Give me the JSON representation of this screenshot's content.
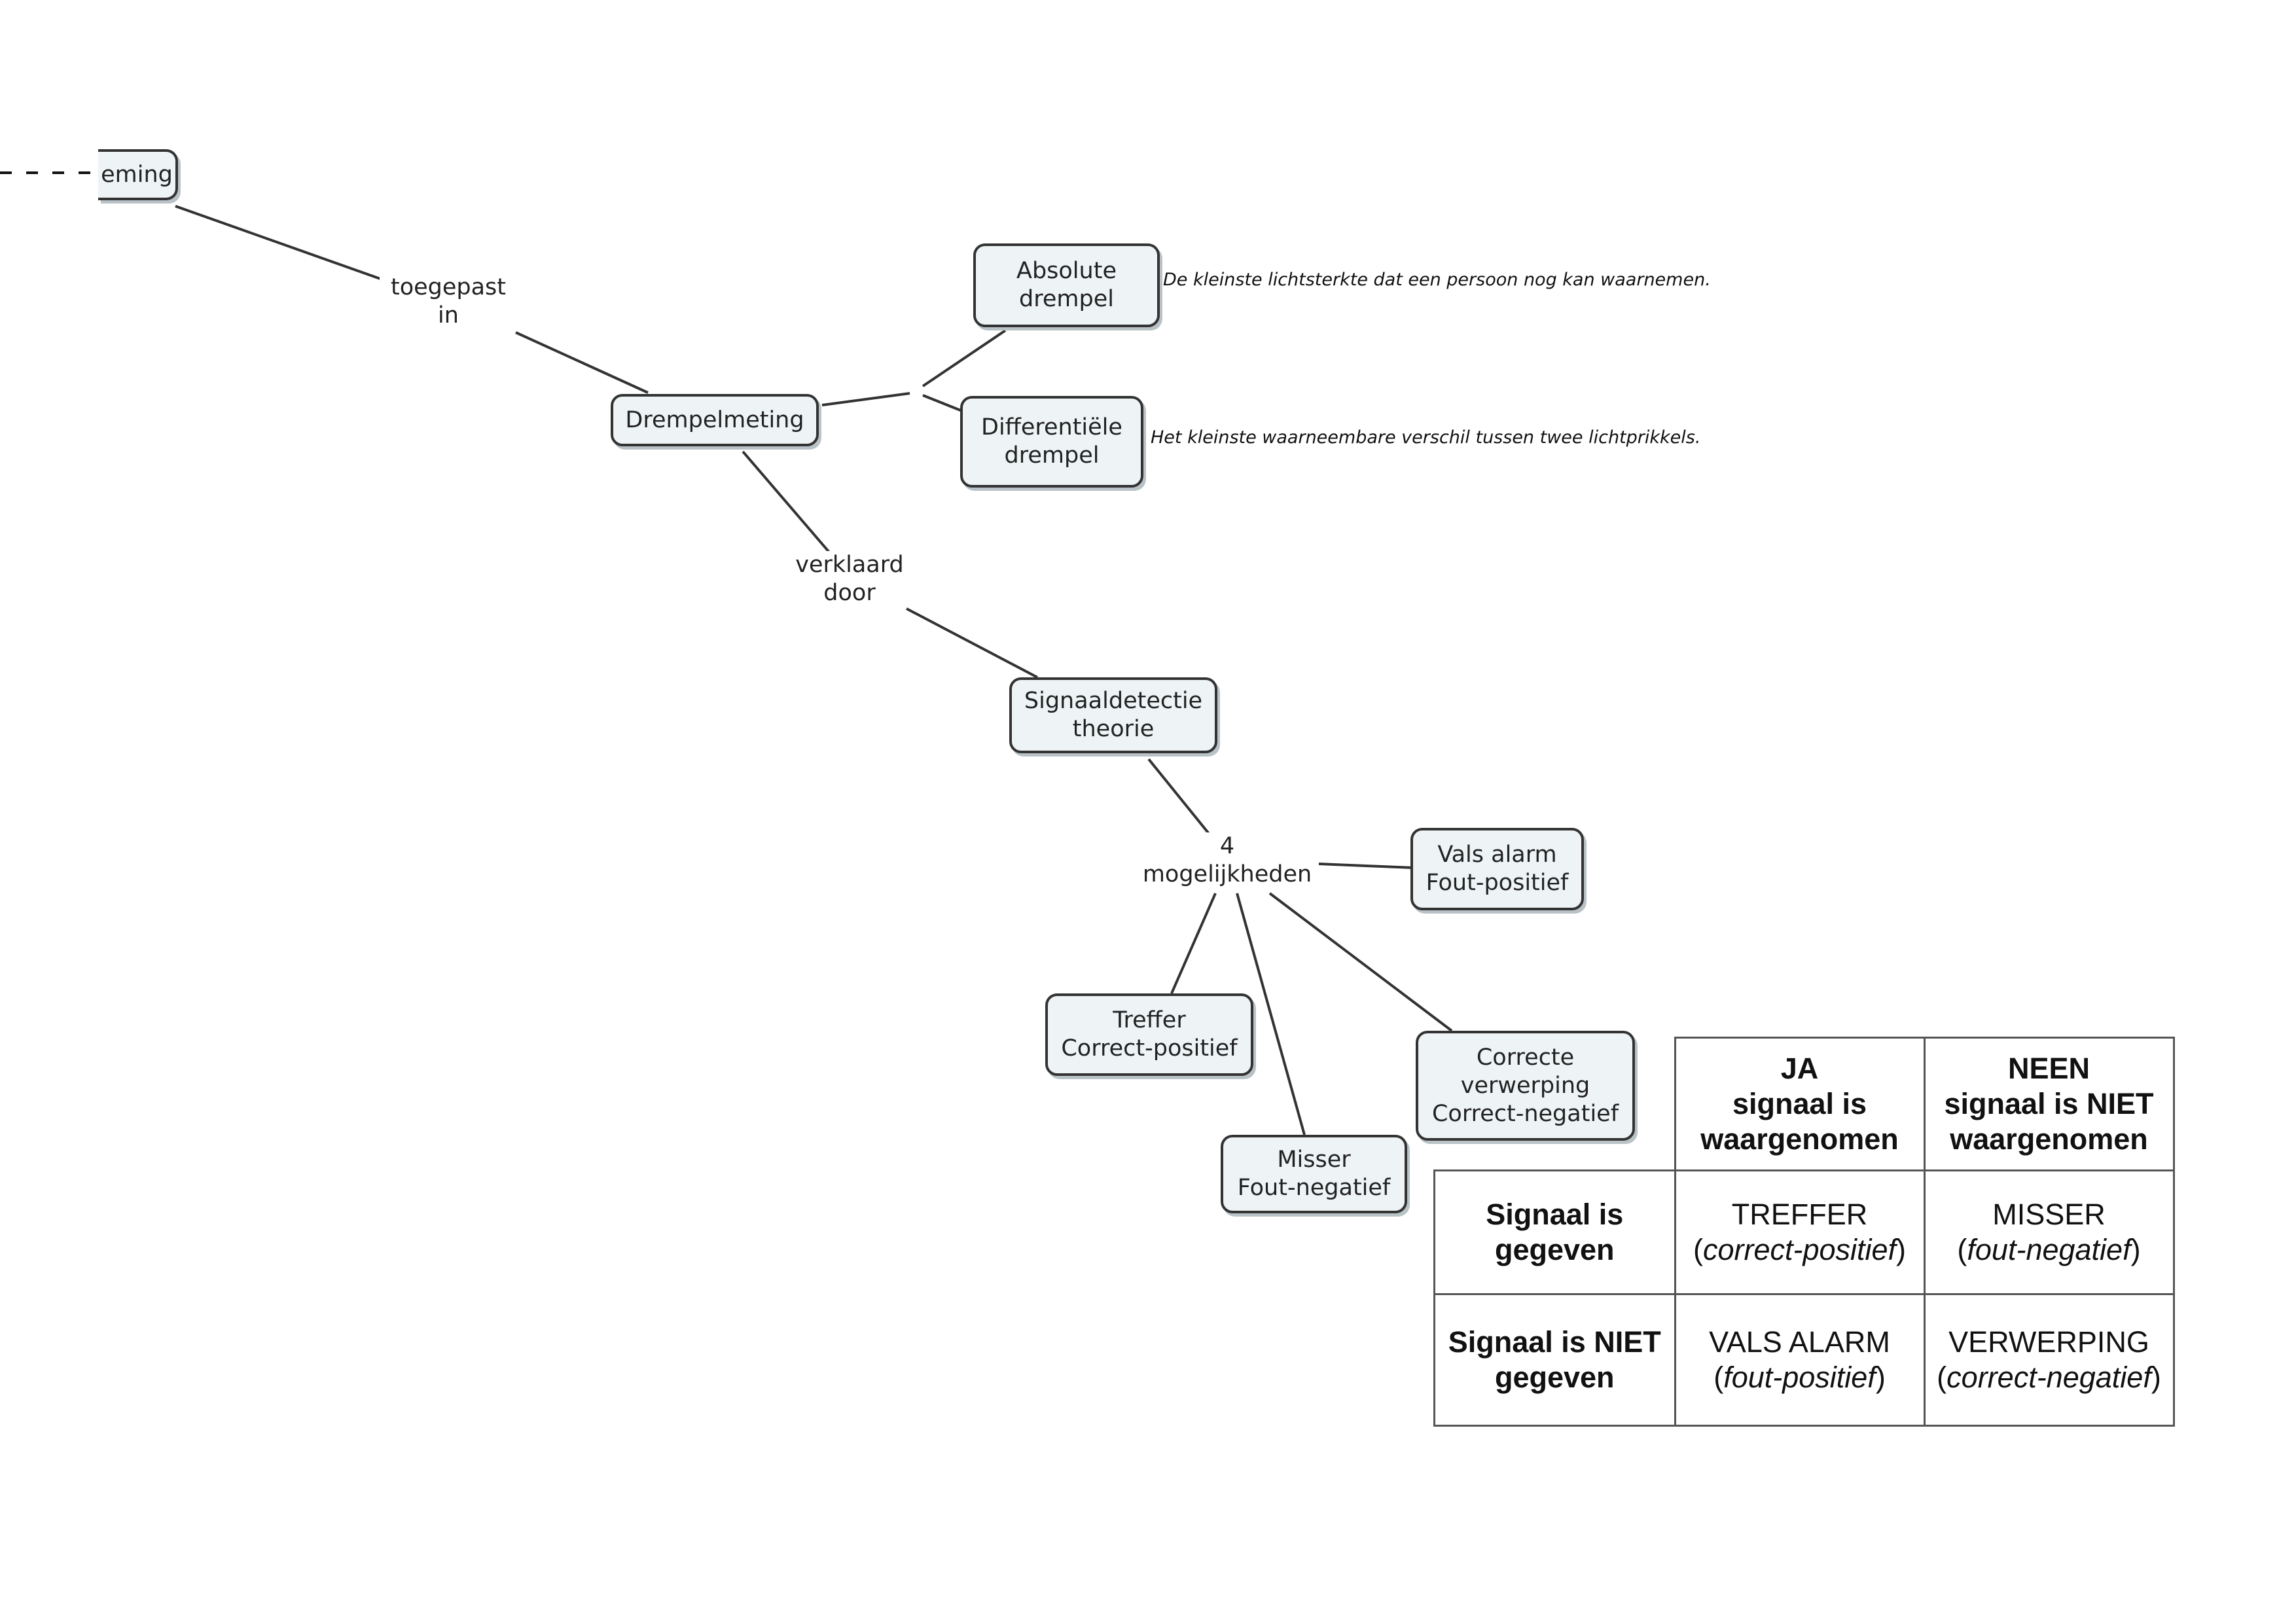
{
  "nodes": {
    "waarneming": {
      "text": "eming"
    },
    "drempelmeting": {
      "text": "Drempelmeting"
    },
    "absolute_drempel": {
      "line1": "Absolute",
      "line2": "drempel"
    },
    "differentiele_drempel": {
      "line1": "Differentiële",
      "line2": "drempel"
    },
    "signaaldetectie": {
      "line1": "Signaaldetectie",
      "line2": "theorie"
    },
    "vals_alarm": {
      "line1": "Vals alarm",
      "line2": "Fout-positief"
    },
    "treffer": {
      "line1": "Treffer",
      "line2": "Correct-positief"
    },
    "misser": {
      "line1": "Misser",
      "line2": "Fout-negatief"
    },
    "correcte_verwerping": {
      "line1": "Correcte",
      "line2": "verwerping",
      "line3": "Correct-negatief"
    }
  },
  "link_labels": {
    "toegepast_in": {
      "line1": "toegepast",
      "line2": "in"
    },
    "verklaard_door": {
      "line1": "verklaard",
      "line2": "door"
    },
    "mogelijkheden": {
      "line1": "4",
      "line2": "mogelijkheden"
    }
  },
  "notes": {
    "absolute_def": "De kleinste lichtsterkte dat een persoon nog kan waarnemen.",
    "differentiele_def": "Het kleinste waarneembare verschil tussen twee lichtprikkels."
  },
  "table": {
    "col_headers": [
      {
        "line1": "JA",
        "line2": "signaal is",
        "line3": "waargenomen"
      },
      {
        "line1": "NEEN",
        "line2": "signaal is NIET",
        "line3": "waargenomen"
      }
    ],
    "rows": [
      {
        "header": {
          "line1": "Signaal is",
          "line2": "gegeven"
        },
        "cells": [
          {
            "main": "TREFFER",
            "sub": "correct-positief"
          },
          {
            "main": "MISSER",
            "sub": "fout-negatief"
          }
        ]
      },
      {
        "header": {
          "line1": "Signaal is NIET",
          "line2": "gegeven"
        },
        "cells": [
          {
            "main": "VALS ALARM",
            "sub": "fout-positief"
          },
          {
            "main": "VERWERPING",
            "sub": "correct-negatief"
          }
        ]
      }
    ]
  },
  "colors": {
    "node_fill": "#eef4f6",
    "node_border": "#333333",
    "line": "#333333"
  }
}
